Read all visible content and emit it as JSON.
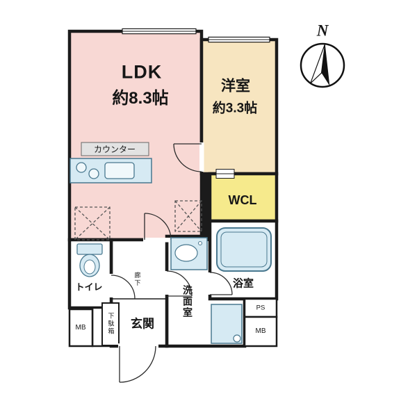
{
  "compass": {
    "label": "N"
  },
  "rooms": {
    "ldk": {
      "name": "LDK",
      "size": "約8.3帖",
      "fill": "#f8d8d4"
    },
    "western": {
      "name": "洋室",
      "size": "約3.3帖",
      "fill": "#f7e5c0"
    },
    "wcl": {
      "name": "WCL",
      "fill": "#f6ea8c"
    },
    "bathroom": {
      "name": "浴室",
      "fill": "#ffffff"
    },
    "washroom": {
      "name": "洗面室",
      "fill": "#ffffff"
    },
    "toilet": {
      "name": "トイレ",
      "fill": "#ffffff"
    },
    "entrance": {
      "name": "玄関",
      "fill": "#ffffff"
    },
    "hallway": {
      "name": "廊下",
      "fill": "#ffffff"
    }
  },
  "features": {
    "counter": "カウンター",
    "shoe_cabinet": "下駄箱",
    "meter_box_left": "MB",
    "meter_box_right": "MB",
    "pipe_space": "PS"
  },
  "colors": {
    "wall": "#1b1b1b",
    "fixture_fill": "#d6eaf3",
    "fixture_inner": "#f0f8fb",
    "fixture_stroke": "#49788f",
    "counter_label_bg": "#e2e2e2"
  }
}
